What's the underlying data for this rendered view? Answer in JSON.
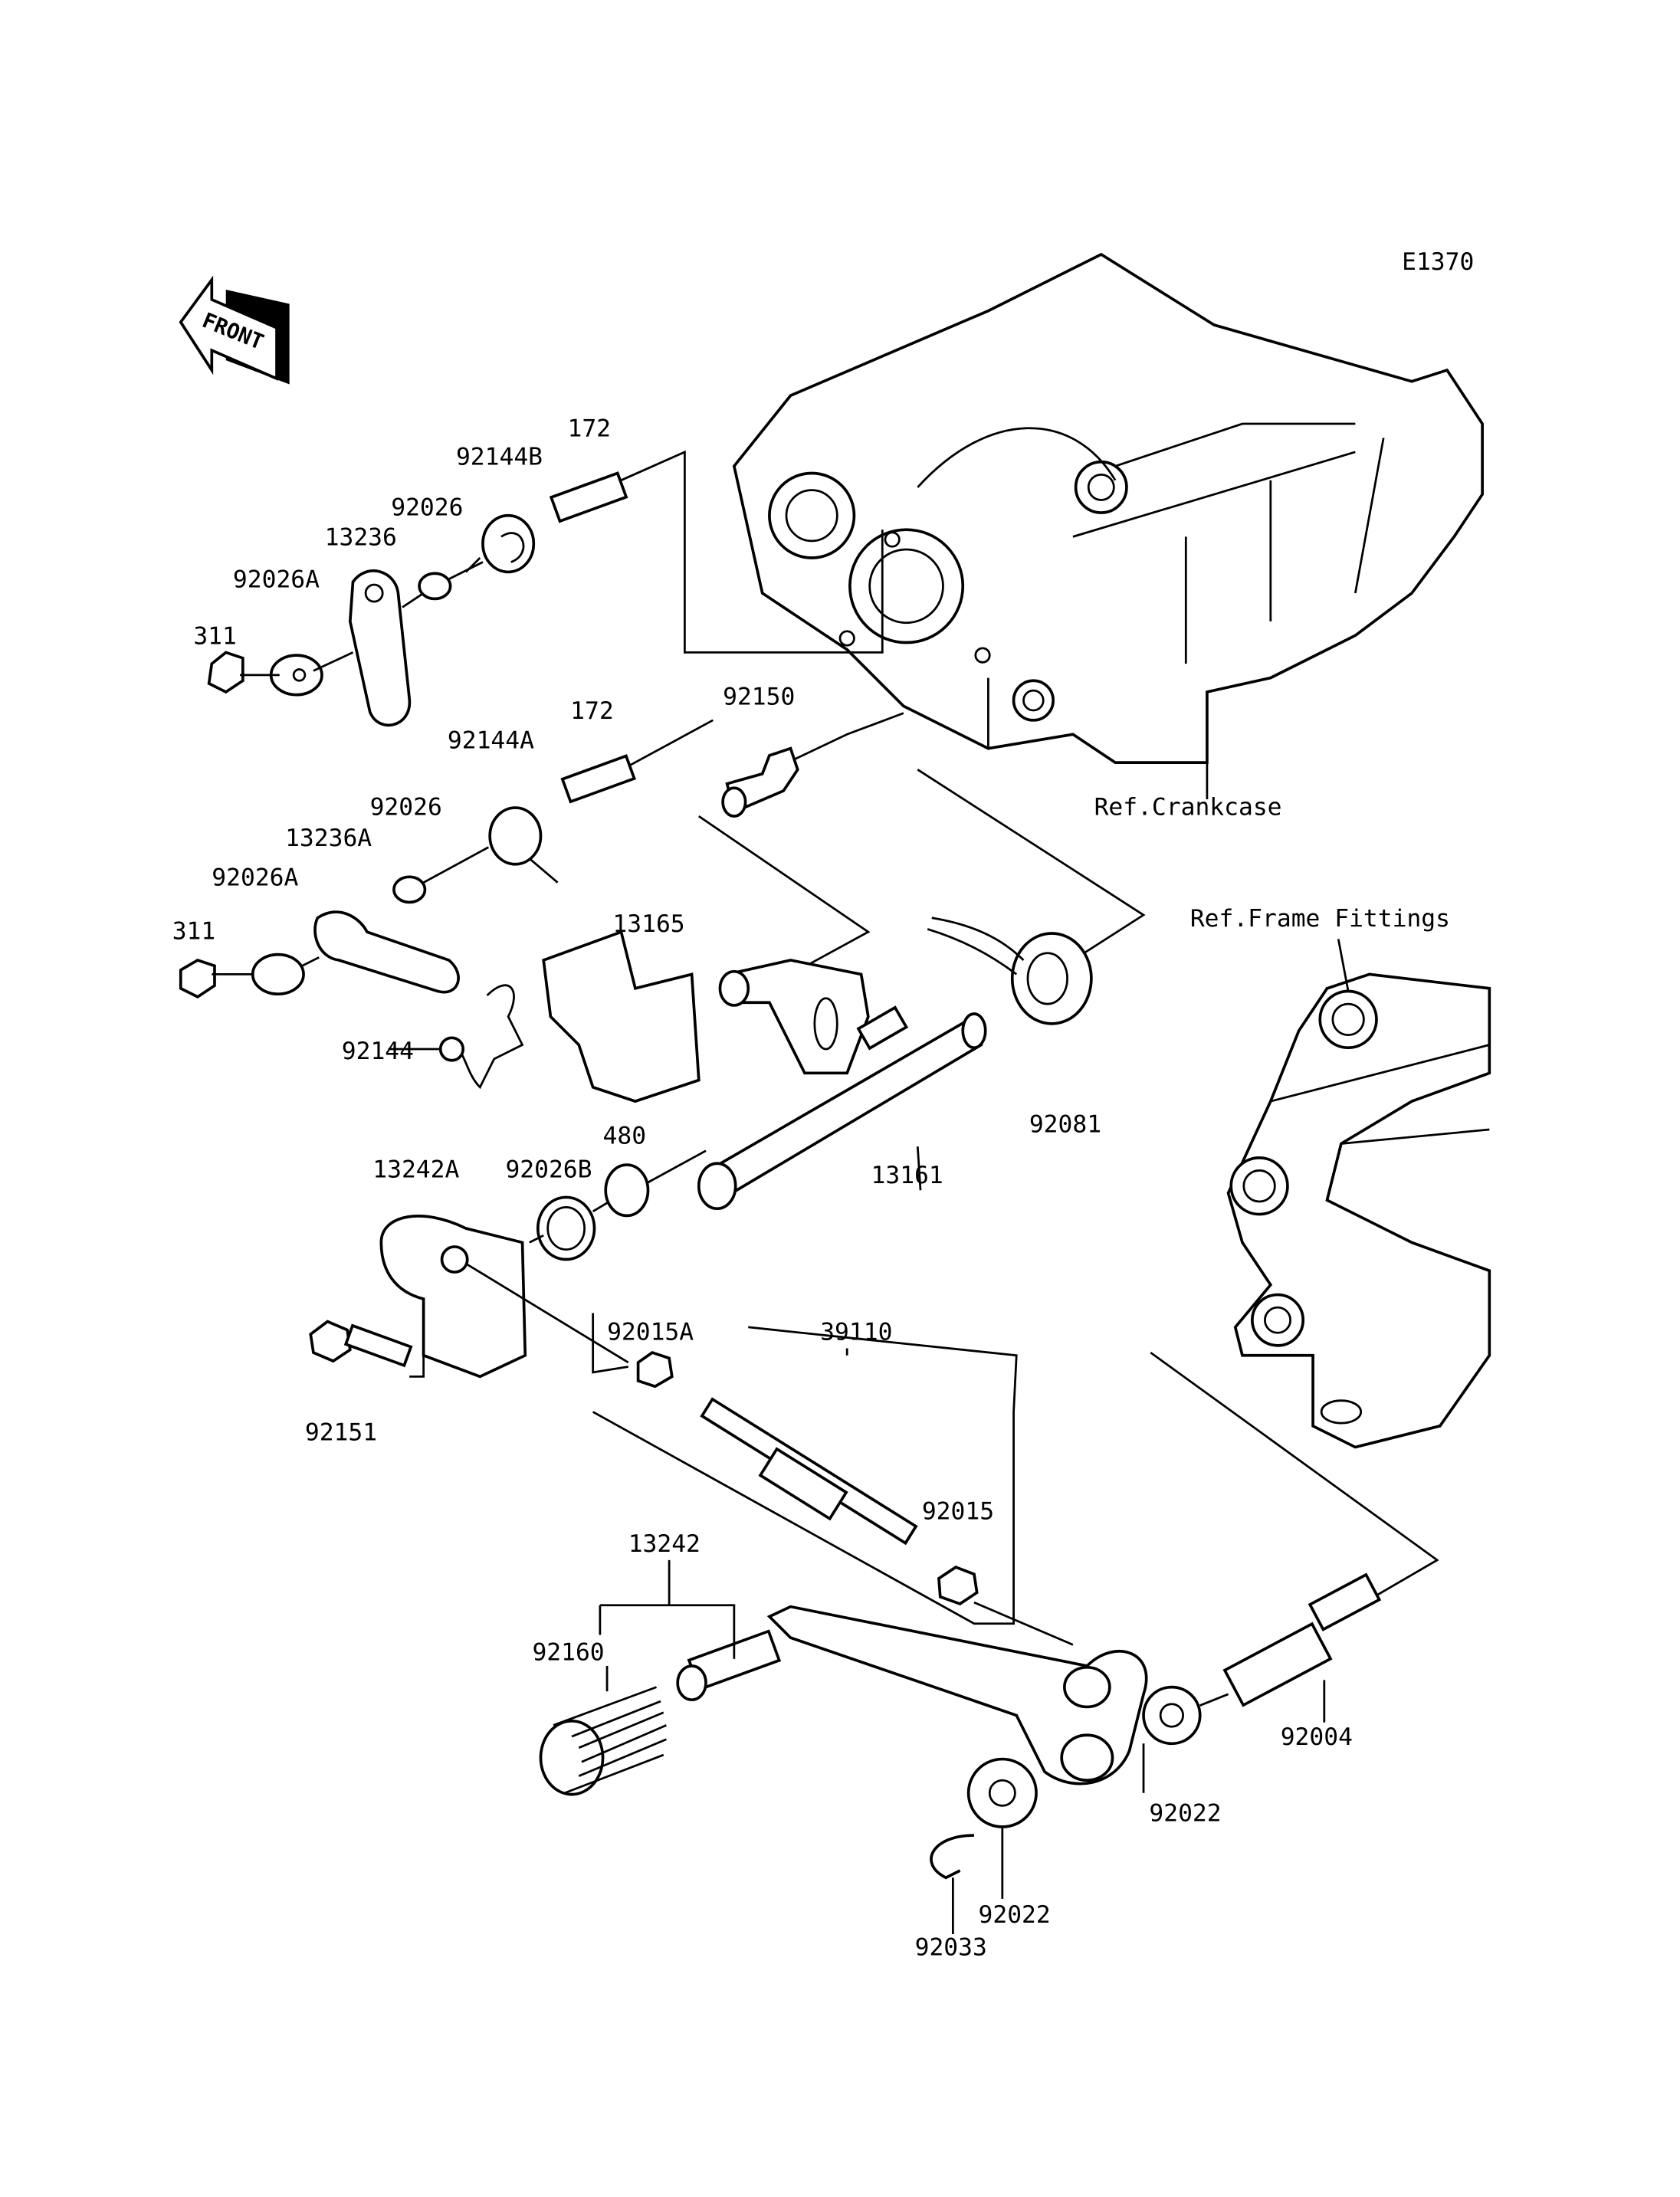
{
  "diagram": {
    "code": "E1370",
    "front_label": "FRONT",
    "refs": {
      "crankcase": "Ref.Crankcase",
      "frame_fittings": "Ref.Frame Fittings"
    },
    "labels": [
      "172",
      "92144B",
      "92026",
      "13236",
      "92026A",
      "311",
      "172",
      "92150",
      "92144A",
      "92026",
      "13236A",
      "92026A",
      "311",
      "13165",
      "92144",
      "92081",
      "13161",
      "480",
      "92026B",
      "13242A",
      "92015A",
      "39110",
      "92151",
      "92015",
      "13242",
      "92160",
      "92004",
      "92022",
      "92022",
      "92033"
    ],
    "colors": {
      "line": "#000000",
      "background": "#ffffff"
    }
  }
}
